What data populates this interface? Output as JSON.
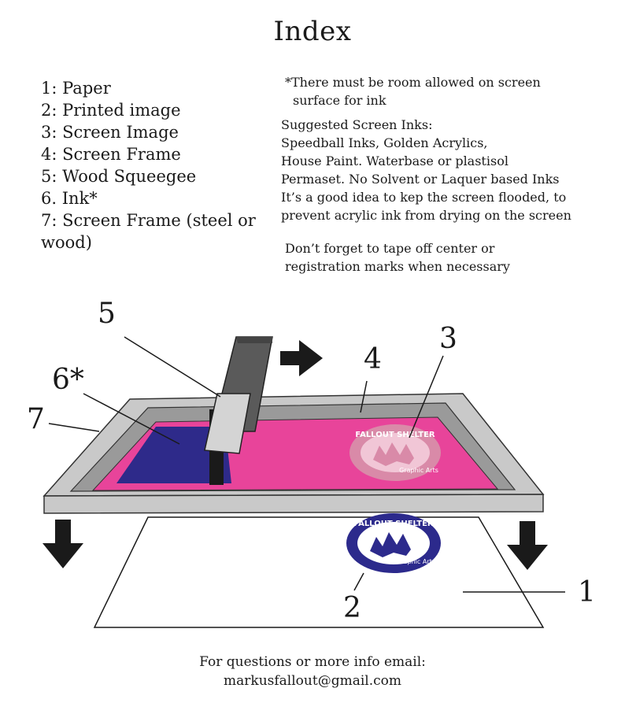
{
  "title": "Index",
  "legend": [
    "1: Paper",
    "2: Printed image",
    "3: Screen Image",
    "4: Screen Frame",
    "5: Wood Squeegee",
    "6. Ink*",
    "7: Screen Frame (steel or wood)"
  ],
  "notes": {
    "ink_room_line1": "*There must be room allowed on screen",
    "ink_room_line2": "surface for ink",
    "inks_lines": [
      "Suggested Screen Inks:",
      "Speedball Inks, Golden Acrylics,",
      "House Paint. Waterbase or plastisol",
      "Permaset. No Solvent or Laquer based Inks",
      "It’s a good idea to kep the screen flooded, to",
      "prevent acrylic ink from drying on the screen"
    ],
    "tape_line1": "Don’t forget to tape off center or",
    "tape_line2": "registration marks when necessary"
  },
  "callouts": {
    "c1": "1",
    "c2": "2",
    "c3": "3",
    "c4": "4",
    "c5": "5",
    "c6": "6*",
    "c7": "7"
  },
  "logo": {
    "line1": "FALLOUT SHELTER",
    "line2": "Graphic Arts"
  },
  "footer": {
    "line1": "For questions or more info email:",
    "line2": "markusfallout@gmail.com"
  },
  "colors": {
    "screen_image": "#e8449a",
    "ink": "#2e2a8a",
    "frame": "#c9c9c9",
    "frame_inner": "#9a9a9a",
    "printed_logo": "#2c2a8c",
    "screen_logo": "#d98aa8",
    "arrows": "#1a1a1a"
  }
}
